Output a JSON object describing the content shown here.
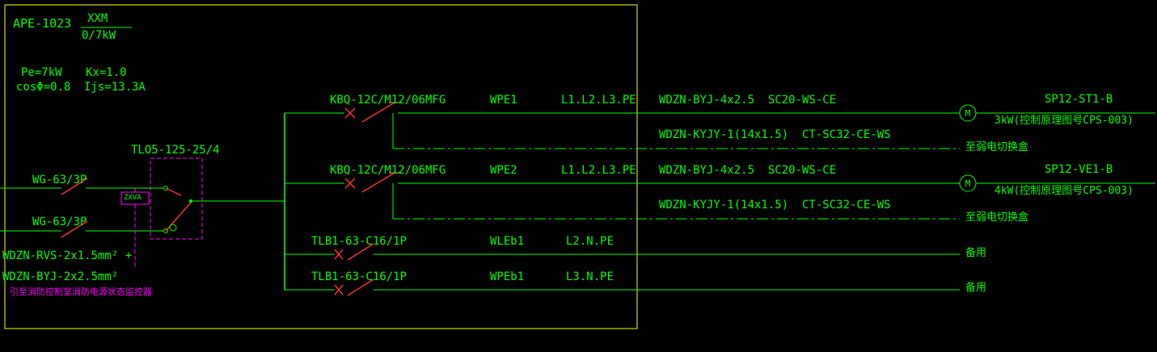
{
  "colors": {
    "green": "#00ff00",
    "yellow": "#ffff00",
    "magenta": "#ff00ff",
    "red": "#ff3030"
  },
  "header": {
    "panel_id": "APE-1023",
    "ratio_top": "XXM",
    "ratio_bottom": "0/7kW",
    "pe": "Pe=7kW",
    "kx": "Kx=1.0",
    "cos_phi": "cosΦ=0.8",
    "ijs": "Ijs=13.3A"
  },
  "incoming": {
    "feeder1_label": "WG-63/3P",
    "feeder2_label": "WG-63/3P",
    "ats_label": "TLO5-125-25/4",
    "zxva_label": "ZXVA",
    "fire_line1": "WDZN-RVS-2x1.5mm² +",
    "fire_line2": "WDZN-BYJ-2x2.5mm²",
    "fire_line3": "引至消防控制室消防电源状态监控器"
  },
  "circuits": [
    {
      "breaker": "KBQ-12C/M12/06MFG",
      "circuit_id": "WPE1",
      "phases": "L1.L2.L3.PE",
      "cable": "WDZN-BYJ-4x2.5  SC20-WS-CE",
      "motor_label": "M",
      "load_name": "SP12-ST1-B",
      "load_desc": "3kW(控制原理图号CPS-003)"
    },
    {
      "cable": "WDZN-KYJY-1(14x1.5)  CT-SC32-CE-WS",
      "destination": "至弱电切换盒"
    },
    {
      "breaker": "KBQ-12C/M12/06MFG",
      "circuit_id": "WPE2",
      "phases": "L1.L2.L3.PE",
      "cable": "WDZN-BYJ-4x2.5  SC20-WS-CE",
      "motor_label": "M",
      "load_name": "SP12-VE1-B",
      "load_desc": "4kW(控制原理图号CPS-003)"
    },
    {
      "cable": "WDZN-KYJY-1(14x1.5)  CT-SC32-CE-WS",
      "destination": "至弱电切换盒"
    },
    {
      "breaker": "TLB1-63-C16/1P",
      "circuit_id": "WLEb1",
      "phases": "L2.N.PE",
      "destination": "备用"
    },
    {
      "breaker": "TLB1-63-C16/1P",
      "circuit_id": "WPEb1",
      "phases": "L3.N.PE",
      "destination": "备用"
    }
  ]
}
